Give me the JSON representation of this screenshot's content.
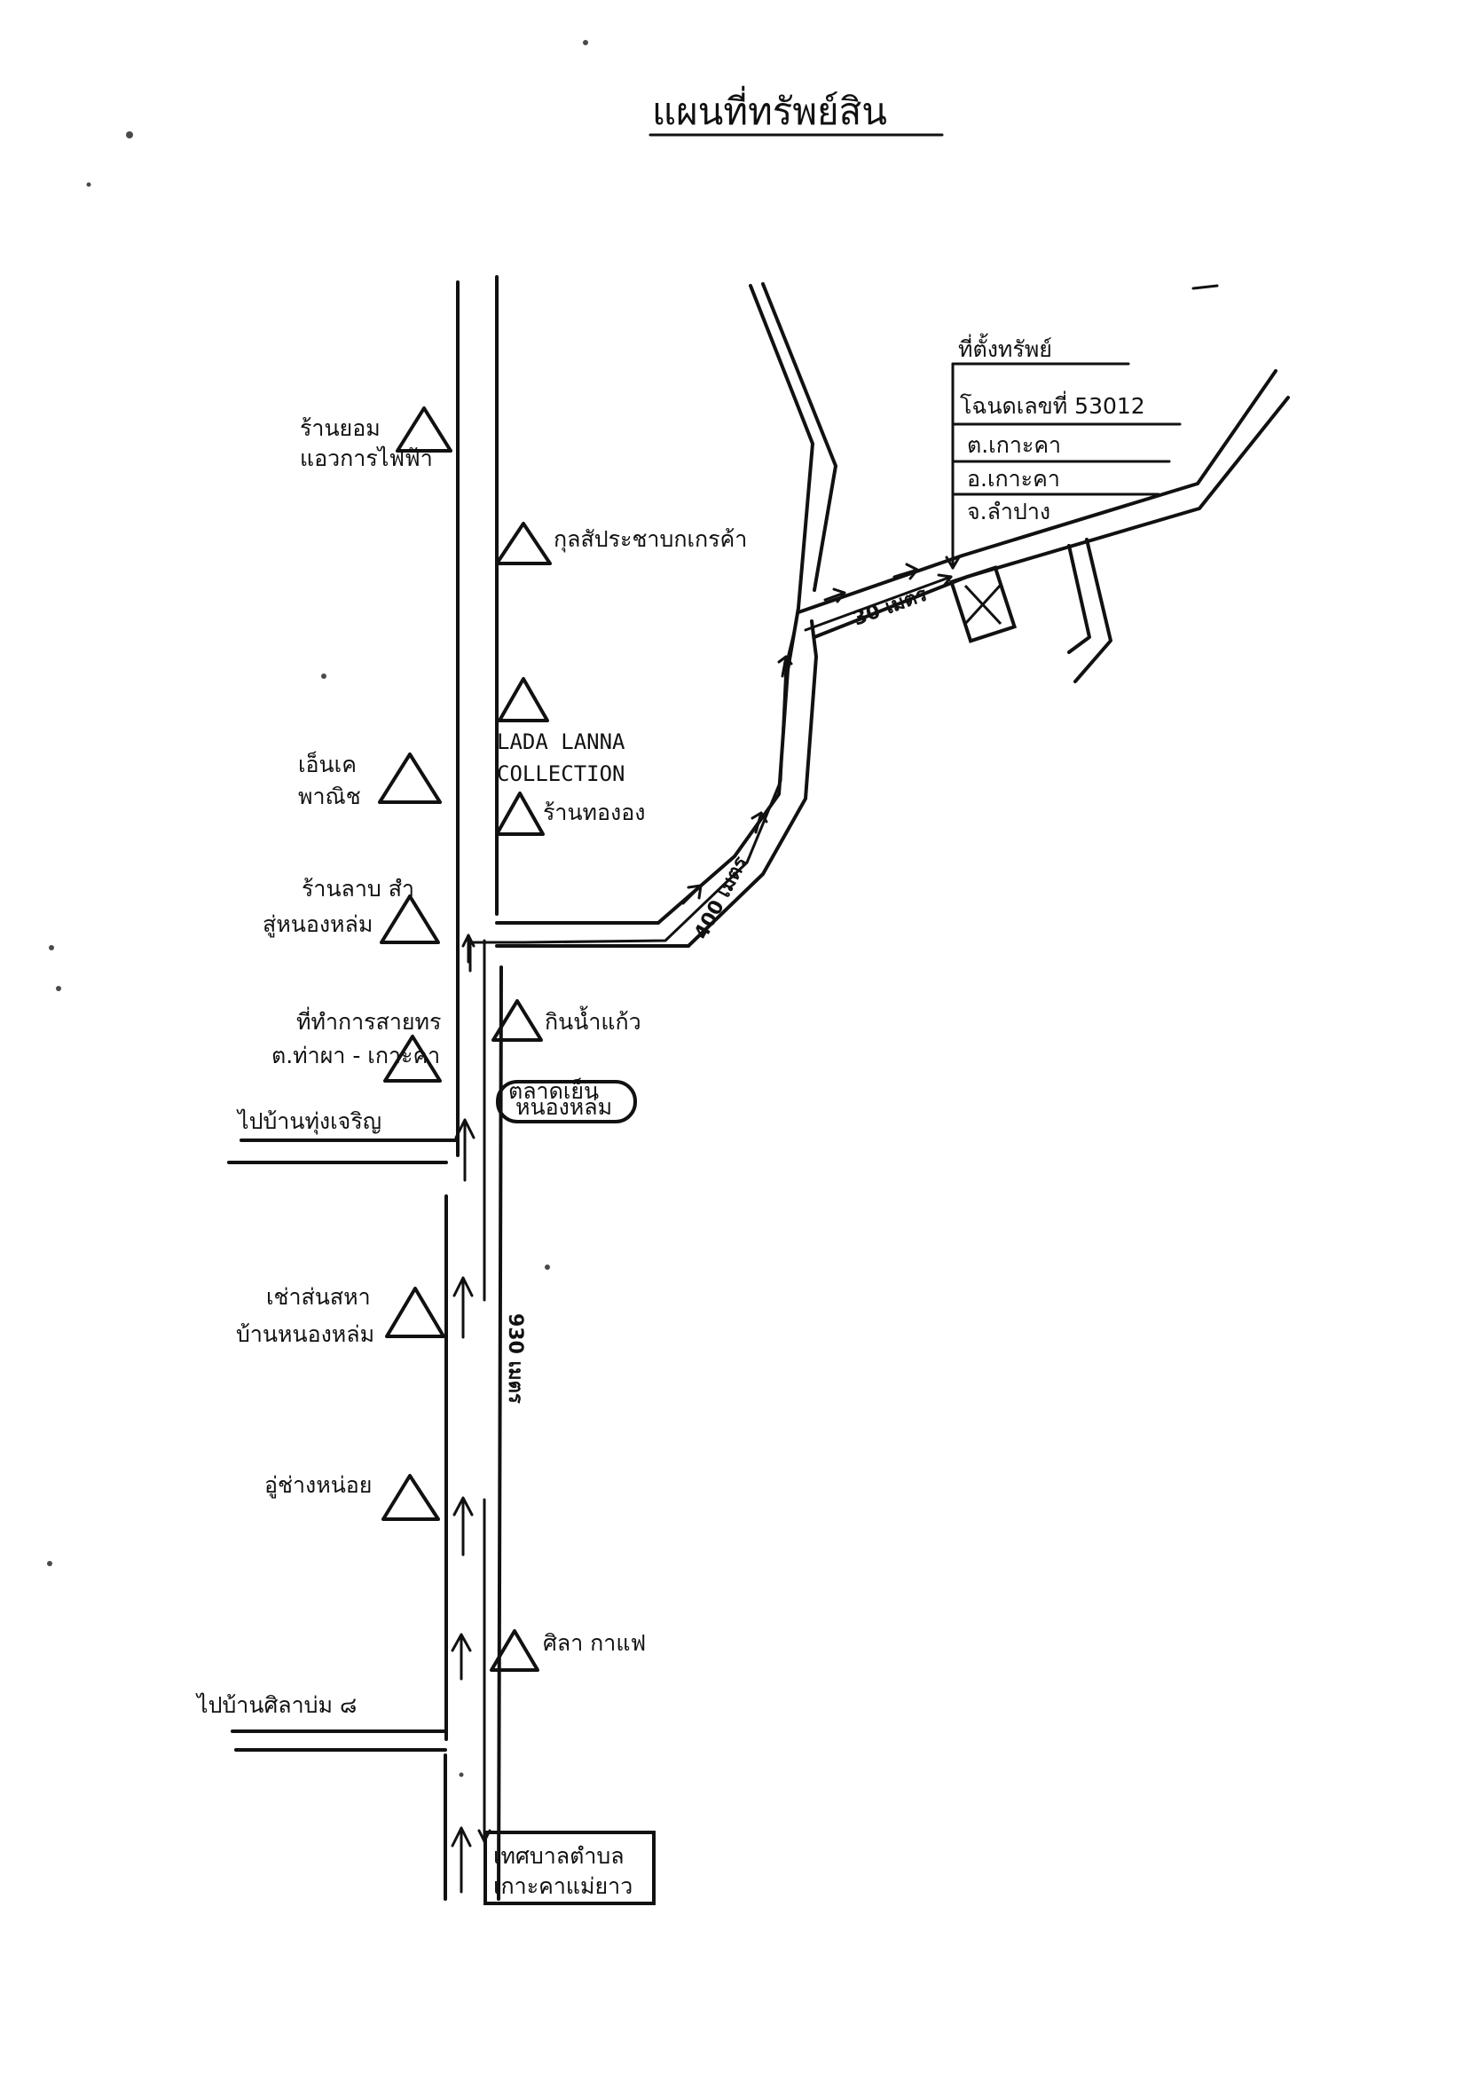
{
  "title": "แผนที่ทรัพย์สิน",
  "property": {
    "heading": "ที่ตั้งทรัพย์",
    "deed": "โฉนดเลขที่ 53012",
    "subdistrict": "ต.เกาะคา",
    "district": "อ.เกาะคา",
    "province": "จ.ลำปาง"
  },
  "start": {
    "line1": "เทศบาลตำบล",
    "line2": "เกาะคาแม่ยาว"
  },
  "market_pill": {
    "line1": "ตลาดเย็น",
    "line2": "หนองหล่ม"
  },
  "side_roads": {
    "upper": "ไปบ้านทุ่งเจริญ",
    "lower": "ไปบ้านศิลาบ่ม ๘"
  },
  "landmarks": [
    {
      "key": "lm_watering_shop",
      "lines": [
        "ร้านยอม",
        "แอวการไฟฟ้า"
      ]
    },
    {
      "key": "lm_cooperative",
      "lines": [
        "กุลสัประชาบกเกรค้า"
      ]
    },
    {
      "key": "lm_lada_lanna",
      "lines": [
        "LADA LANNA",
        "COLLECTION"
      ]
    },
    {
      "key": "lm_thong_shop",
      "lines": [
        "ร้านทององ"
      ]
    },
    {
      "key": "lm_pharmacy",
      "lines": [
        "เอ็นเค",
        "พาณิช"
      ]
    },
    {
      "key": "lm_noodle_shop",
      "lines": [
        "ร้านลาบ สำ",
        "สู่หนองหล่ม"
      ]
    },
    {
      "key": "lm_post_office",
      "lines": [
        "ที่ทำการสายทร",
        "ต.ท่าผา - เกาะคา"
      ]
    },
    {
      "key": "lm_kin_nam_kaew",
      "lines": [
        "กินน้ำแก้ว"
      ]
    },
    {
      "key": "lm_rental_shop",
      "lines": [
        "เช่าส่นสหา",
        "บ้านหนองหล่ม"
      ]
    },
    {
      "key": "lm_repair_shop",
      "lines": [
        "อู่ช่างหน่อย"
      ]
    },
    {
      "key": "lm_sila_cafe",
      "lines": [
        "ศิลา กาแฟ"
      ]
    }
  ],
  "distances": {
    "main": "930 เมตร",
    "diagonal": "400 เมตร",
    "final": "30 เมตร"
  }
}
